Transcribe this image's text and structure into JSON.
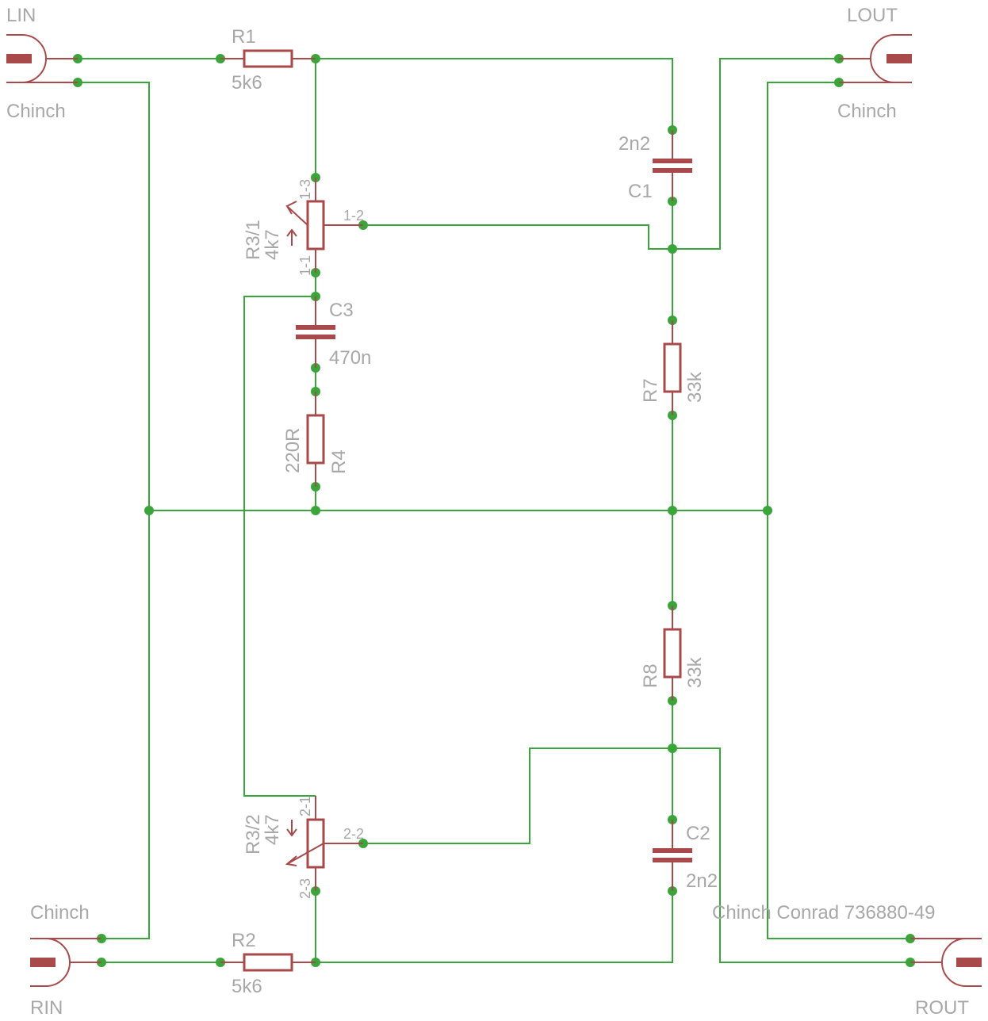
{
  "connectors": {
    "lin": {
      "name": "LIN",
      "type": "Chinch"
    },
    "lout": {
      "name": "LOUT",
      "type": "Chinch"
    },
    "rin": {
      "name": "RIN",
      "type": "Chinch"
    },
    "rout": {
      "name": "ROUT",
      "type": "Chinch Conrad 736880-49"
    }
  },
  "components": {
    "r1": {
      "name": "R1",
      "value": "5k6"
    },
    "r2": {
      "name": "R2",
      "value": "5k6"
    },
    "r3a": {
      "name": "R3/1",
      "value": "4k7",
      "pin_top": "1-3",
      "pin_wiper": "1-2",
      "pin_bottom": "1-1"
    },
    "r3b": {
      "name": "R3/2",
      "value": "4k7",
      "pin_top": "2-1",
      "pin_wiper": "2-2",
      "pin_bottom": "2-3"
    },
    "r4": {
      "name": "R4",
      "value": "220R"
    },
    "r7": {
      "name": "R7",
      "value": "33k"
    },
    "r8": {
      "name": "R8",
      "value": "33k"
    },
    "c1": {
      "name": "C1",
      "value": "2n2"
    },
    "c2": {
      "name": "C2",
      "value": "2n2"
    },
    "c3": {
      "name": "C3",
      "value": "470n"
    }
  },
  "colors": {
    "wire": "#3aa53a",
    "component": "#a84a4a",
    "label": "#a8a8a8"
  }
}
